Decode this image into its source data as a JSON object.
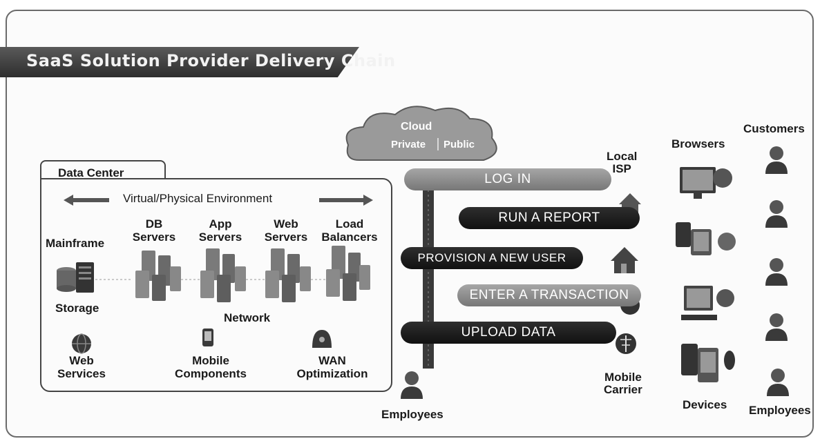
{
  "title": "SaaS Solution Provider Delivery Chain",
  "data_center": {
    "label": "Data Center",
    "environment": "Virtual/Physical Environment",
    "columns": {
      "mainframe": "Mainframe",
      "db_servers": "DB\nServers",
      "app_servers": "App\nServers",
      "web_servers": "Web\nServers",
      "load_balancers": "Load\nBalancers"
    },
    "storage": "Storage",
    "network": "Network",
    "web_services": "Web\nServices",
    "mobile_components": "Mobile\nComponents",
    "wan_optimization": "WAN\nOptimization"
  },
  "cloud": {
    "title": "Cloud",
    "private": "Private",
    "public": "Public"
  },
  "local_isp": "Local\nISP",
  "actions": [
    "LOG IN",
    "RUN A REPORT",
    "PROVISION A NEW USER",
    "ENTER A TRANSACTION",
    "UPLOAD DATA"
  ],
  "employees_left": "Employees",
  "mobile_carrier": "Mobile\nCarrier",
  "browsers": "Browsers",
  "devices": "Devices",
  "customers": "Customers",
  "employees_right": "Employees",
  "icons": [
    "server-rack-icon",
    "storage-icon",
    "globe-icon",
    "mobile-phone-icon",
    "wan-icon",
    "cloud-icon",
    "house-icon",
    "antenna-icon",
    "monitor-icon",
    "person-icon"
  ],
  "colors": {
    "title_bar": "#3a3a3a",
    "action_light": "#8c8c8c",
    "action_dark": "#1f1f1f"
  }
}
